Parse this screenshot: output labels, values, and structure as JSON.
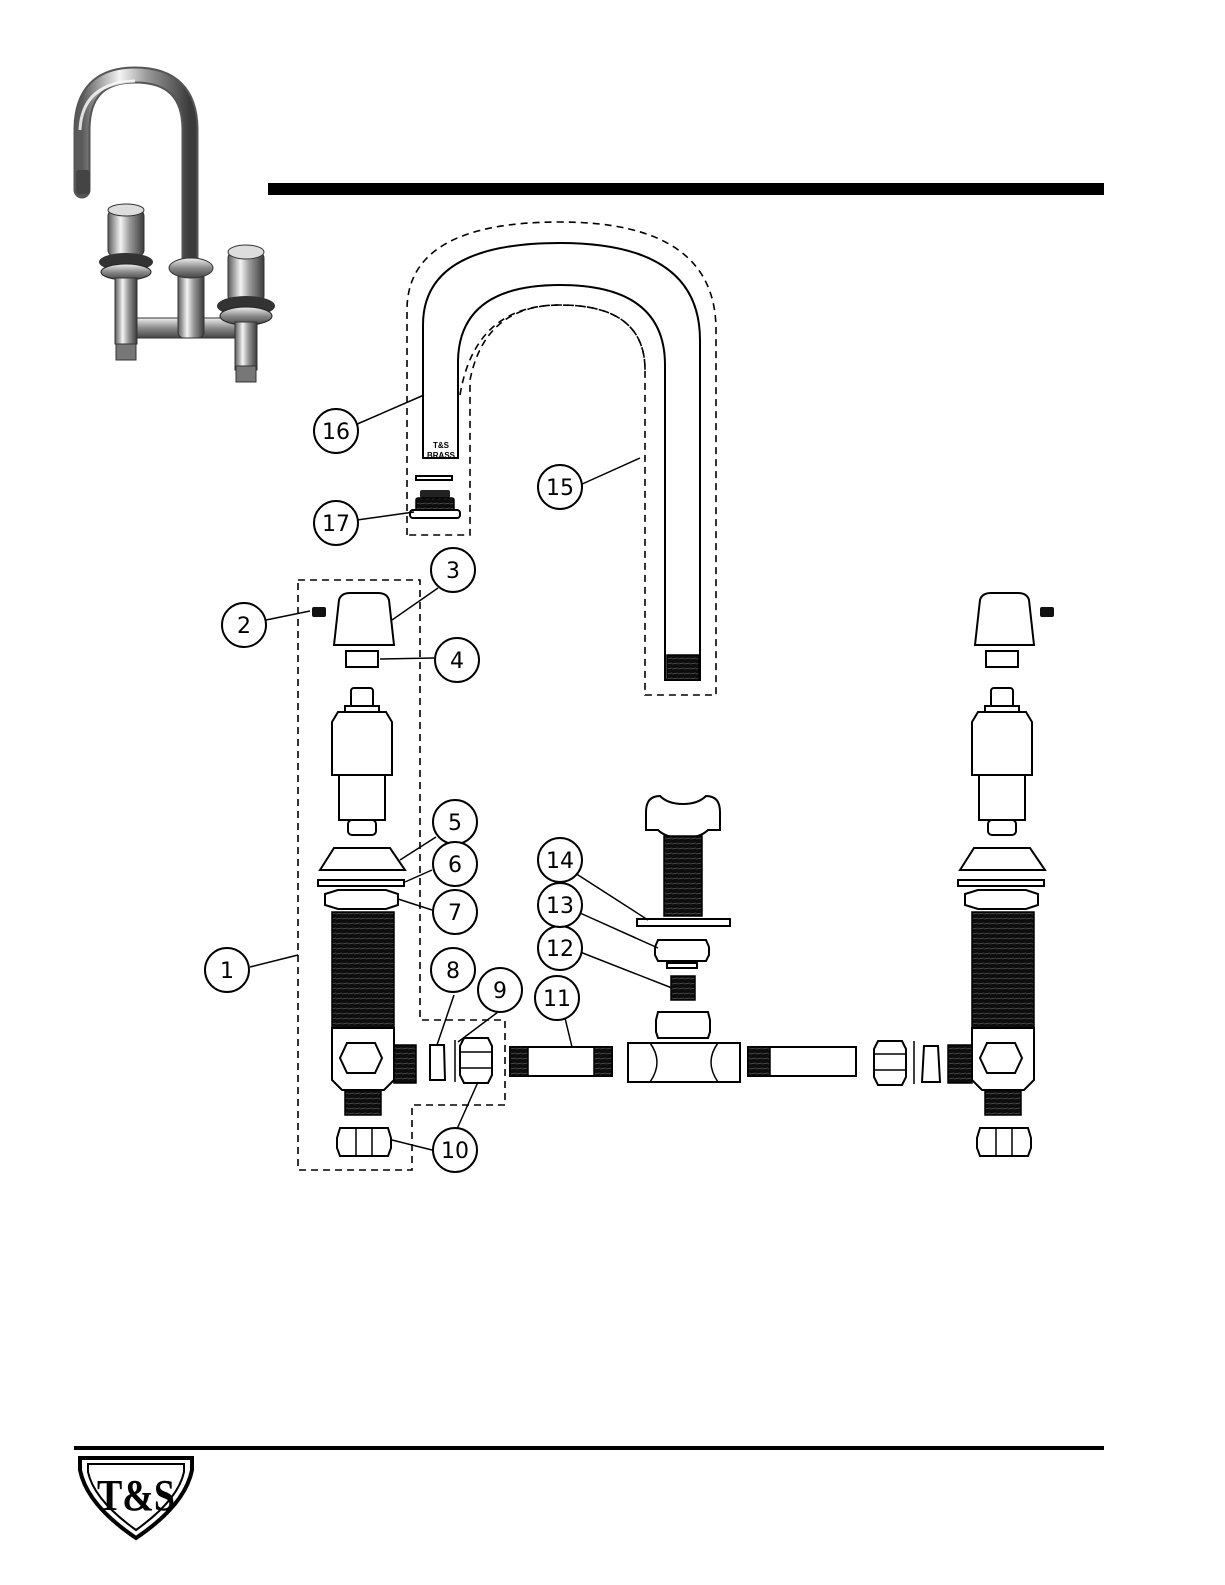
{
  "brand": {
    "spout_marking": [
      "T&S",
      "BRASS"
    ],
    "logo_text": "T&S"
  },
  "callouts": [
    "1",
    "2",
    "3",
    "4",
    "5",
    "6",
    "7",
    "8",
    "9",
    "10",
    "11",
    "12",
    "13",
    "14",
    "15",
    "16",
    "17"
  ]
}
